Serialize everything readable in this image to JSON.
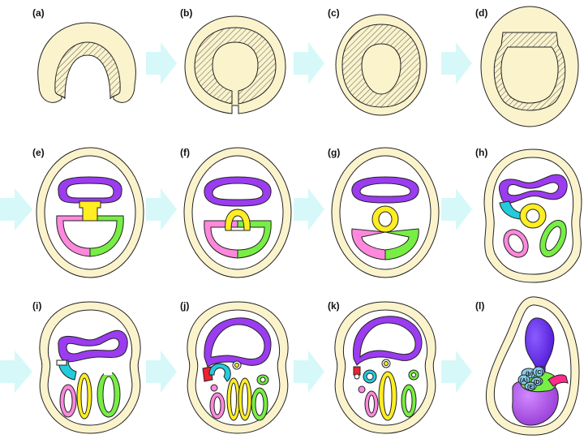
{
  "panels": [
    {
      "label": "(a)"
    },
    {
      "label": "(b)"
    },
    {
      "label": "(c)"
    },
    {
      "label": "(d)"
    },
    {
      "label": "(e)"
    },
    {
      "label": "(f)"
    },
    {
      "label": "(g)"
    },
    {
      "label": "(h)"
    },
    {
      "label": "(i)"
    },
    {
      "label": "(j)"
    },
    {
      "label": "(k)"
    },
    {
      "label": "(l)"
    }
  ],
  "panel_l_labels": {
    "b": "(b)",
    "c": "(C)",
    "a": "(A)",
    "d": "(D)",
    "e": "(E)"
  },
  "colors": {
    "outer_fill": "#fbf3cc",
    "outline": "#222222",
    "arrow": "#d6f8f8",
    "purple": "#9b3cf0",
    "yellow": "#ffee22",
    "pink": "#ff88dd",
    "green": "#77ee44",
    "cyan": "#22ccdd",
    "red": "#ee2233",
    "dark_purple": "#6a1ef0",
    "light_blue": "#88ccee"
  }
}
